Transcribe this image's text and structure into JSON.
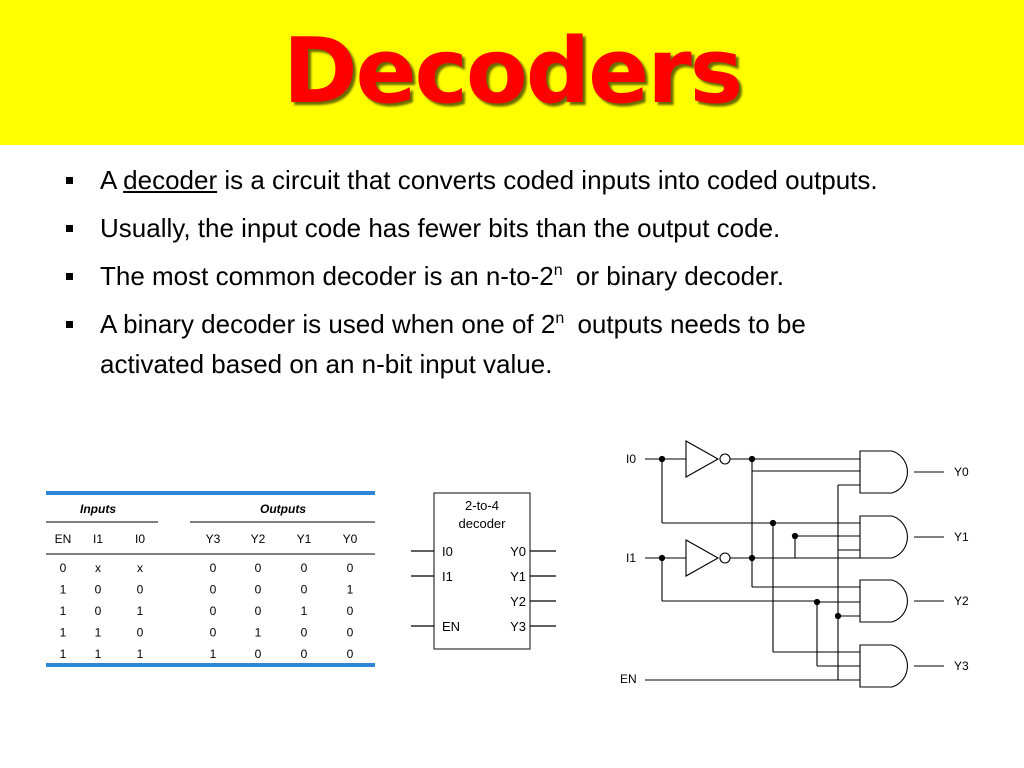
{
  "slide": {
    "title": "Decoders",
    "colors": {
      "title_bar": "#ffff00",
      "title_text": "#ff0000",
      "table_rule": "#2e86d6"
    }
  },
  "bullets": [
    {
      "prefix": "A",
      "term": "decoder",
      "rest": "is a circuit that converts coded inputs into coded outputs."
    },
    {
      "text": "Usually, the input code has fewer bits than the output code."
    },
    {
      "pre": "The most common decoder is an n-to-2",
      "sup": "n",
      "post": "or binary decoder."
    },
    {
      "pre": "A binary decoder is used when one of 2",
      "sup": "n",
      "post": "outputs needs to be",
      "line2": "activated based on an n-bit input value."
    }
  ],
  "truth_table": {
    "group_inputs": "Inputs",
    "group_outputs": "Outputs",
    "columns": [
      "EN",
      "I1",
      "I0",
      "Y3",
      "Y2",
      "Y1",
      "Y0"
    ],
    "rows": [
      [
        "0",
        "x",
        "x",
        "0",
        "0",
        "0",
        "0"
      ],
      [
        "1",
        "0",
        "0",
        "0",
        "0",
        "0",
        "1"
      ],
      [
        "1",
        "0",
        "1",
        "0",
        "0",
        "1",
        "0"
      ],
      [
        "1",
        "1",
        "0",
        "0",
        "1",
        "0",
        "0"
      ],
      [
        "1",
        "1",
        "1",
        "1",
        "0",
        "0",
        "0"
      ]
    ]
  },
  "block": {
    "title_line1": "2-to-4",
    "title_line2": "decoder",
    "inputs": [
      "I0",
      "I1",
      "EN"
    ],
    "outputs": [
      "Y0",
      "Y1",
      "Y2",
      "Y3"
    ]
  },
  "circuit": {
    "inputs": [
      "I0",
      "I1",
      "EN"
    ],
    "outputs": [
      "Y0",
      "Y1",
      "Y2",
      "Y3"
    ]
  }
}
